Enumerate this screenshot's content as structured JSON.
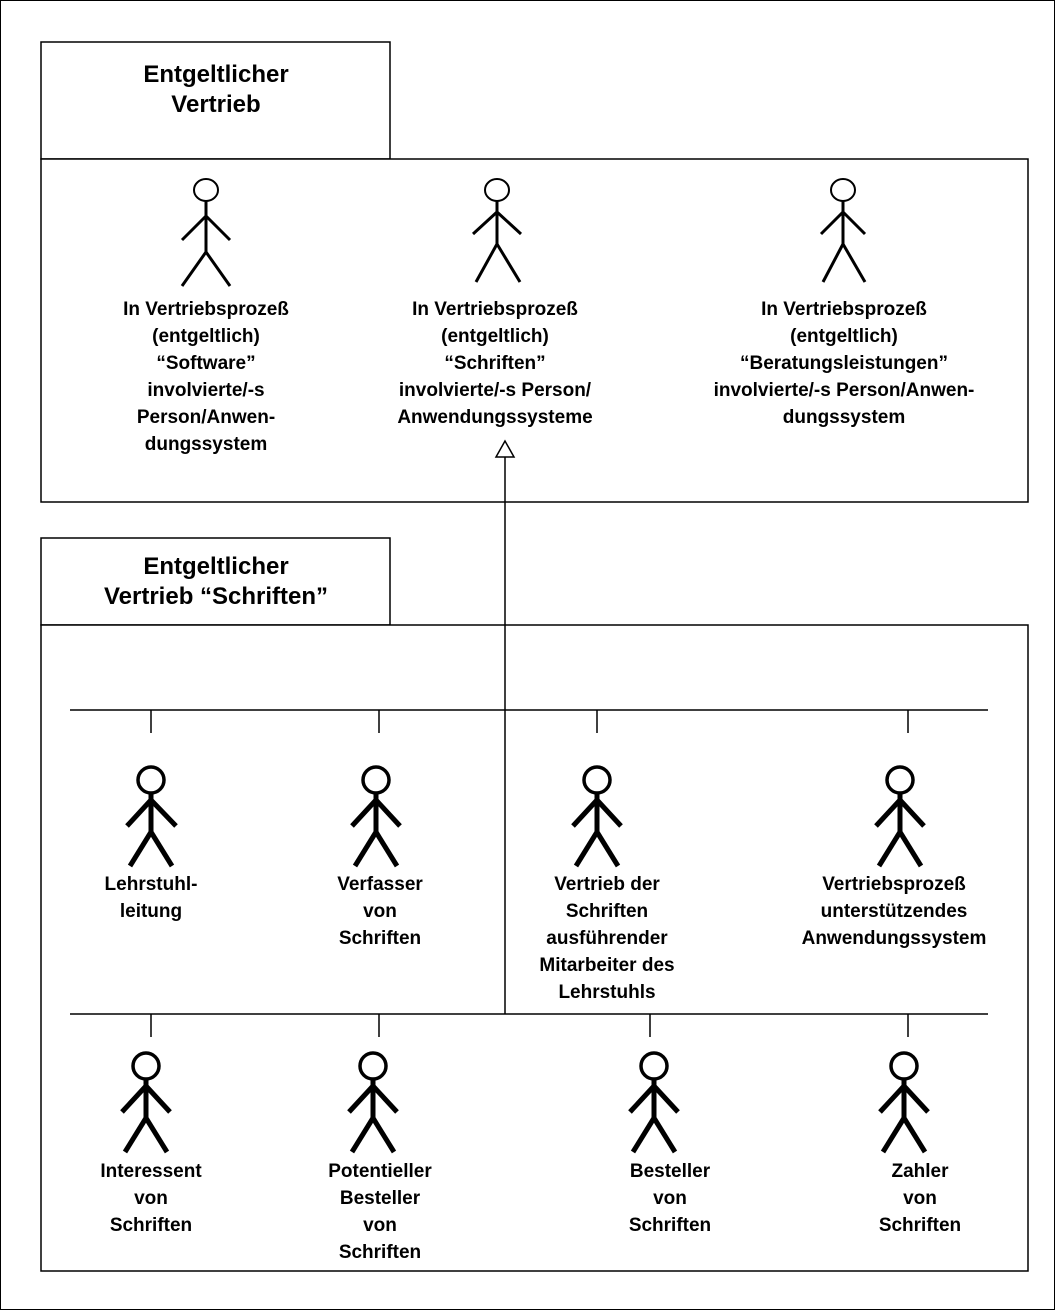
{
  "package_top": {
    "title": "Entgeltlicher\nVertrieb",
    "actors": [
      {
        "label": "In Vertriebsprozeß\n(entgeltlich)\n“Software”\ninvolvierte/-s\nPerson/Anwen-\ndungssystem"
      },
      {
        "label": "In Vertriebsprozeß\n(entgeltlich)\n“Schriften”\ninvolvierte/-s Person/\nAnwendungssysteme"
      },
      {
        "label": "In Vertriebsprozeß\n(entgeltlich)\n“Beratungsleistungen”\ninvolvierte/-s Person/Anwen-\ndungssystem"
      }
    ]
  },
  "package_bottom": {
    "title": "Entgeltlicher\nVertrieb “Schriften”",
    "row1": [
      {
        "label": "Lehrstuhl-\nleitung"
      },
      {
        "label": "Verfasser\nvon\nSchriften"
      },
      {
        "label": "Vertrieb der\nSchriften\nausführender\nMitarbeiter des\nLehrstuhls"
      },
      {
        "label": "Vertriebsprozeß\nunterstützendes\nAnwendungssystem"
      }
    ],
    "row2": [
      {
        "label": "Interessent\nvon\nSchriften"
      },
      {
        "label": "Potentieller\nBesteller\nvon\nSchriften"
      },
      {
        "label": "Besteller\nvon\nSchriften"
      },
      {
        "label": "Zahler\nvon\nSchriften"
      }
    ]
  },
  "relationship": {
    "type": "generalization"
  }
}
